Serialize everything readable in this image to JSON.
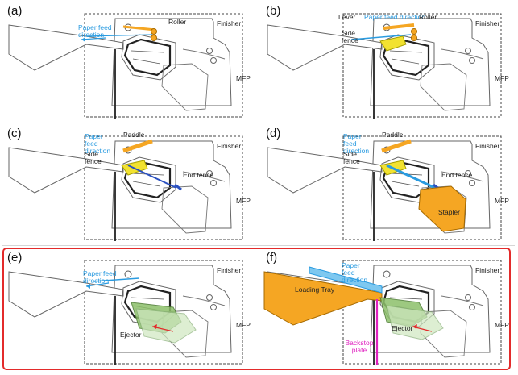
{
  "panels": [
    {
      "id": "a",
      "label": "(a)",
      "finisher": "Finisher",
      "mfp": "MFP",
      "paper_feed": "Paper feed direction",
      "roller": "Roller"
    },
    {
      "id": "b",
      "label": "(b)",
      "finisher": "Finisher",
      "mfp": "MFP",
      "paper_feed": "Paper feed direction",
      "roller": "Roller",
      "lever": "Lever",
      "side_fence": "Side fence"
    },
    {
      "id": "c",
      "label": "(c)",
      "finisher": "Finisher",
      "mfp": "MFP",
      "paper_feed": "Paper feed direction",
      "paddle": "Paddle",
      "side_fence": "Side fence",
      "end_fence": "End fence"
    },
    {
      "id": "d",
      "label": "(d)",
      "finisher": "Finisher",
      "mfp": "MFP",
      "paper_feed": "Paper feed direction",
      "paddle": "Paddle",
      "side_fence": "Side fence",
      "end_fence": "End fence",
      "stapler": "Stapler"
    },
    {
      "id": "e",
      "label": "(e)",
      "finisher": "Finisher",
      "mfp": "MFP",
      "paper_feed": "Paper feed direction",
      "ejector": "Ejector"
    },
    {
      "id": "f",
      "label": "(f)",
      "finisher": "Finisher",
      "mfp": "MFP",
      "paper_feed": "Paper feed direction",
      "ejector": "Ejector",
      "loading_tray": "Loading Tray",
      "backstop": "Backstop plate"
    }
  ],
  "colors": {
    "outline": "#555555",
    "paper_blue": "#2a9be0",
    "component_orange": "#f5a623",
    "fence_yellow": "#f2e230",
    "ejector_green": "#8dc06a",
    "arrow_red": "#e32b2b",
    "backstop_magenta": "#e020c0",
    "highlight_red": "#e32b2b"
  }
}
